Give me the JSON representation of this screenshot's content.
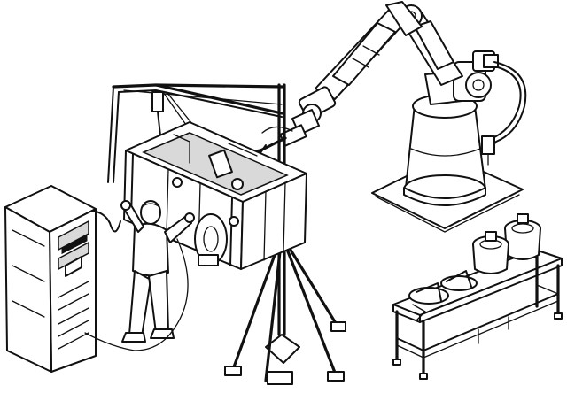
{
  "figure": {
    "subject": "robot-welding-workcell-line-drawing",
    "components": [
      "control-cabinet",
      "operator",
      "welding-positioner-box",
      "overhead-gantry-frame",
      "support-tripod",
      "industrial-robot-arm",
      "robot-base-plate",
      "workpiece-table"
    ],
    "colors": {
      "ink": "#111111",
      "paper": "#ffffff"
    }
  }
}
